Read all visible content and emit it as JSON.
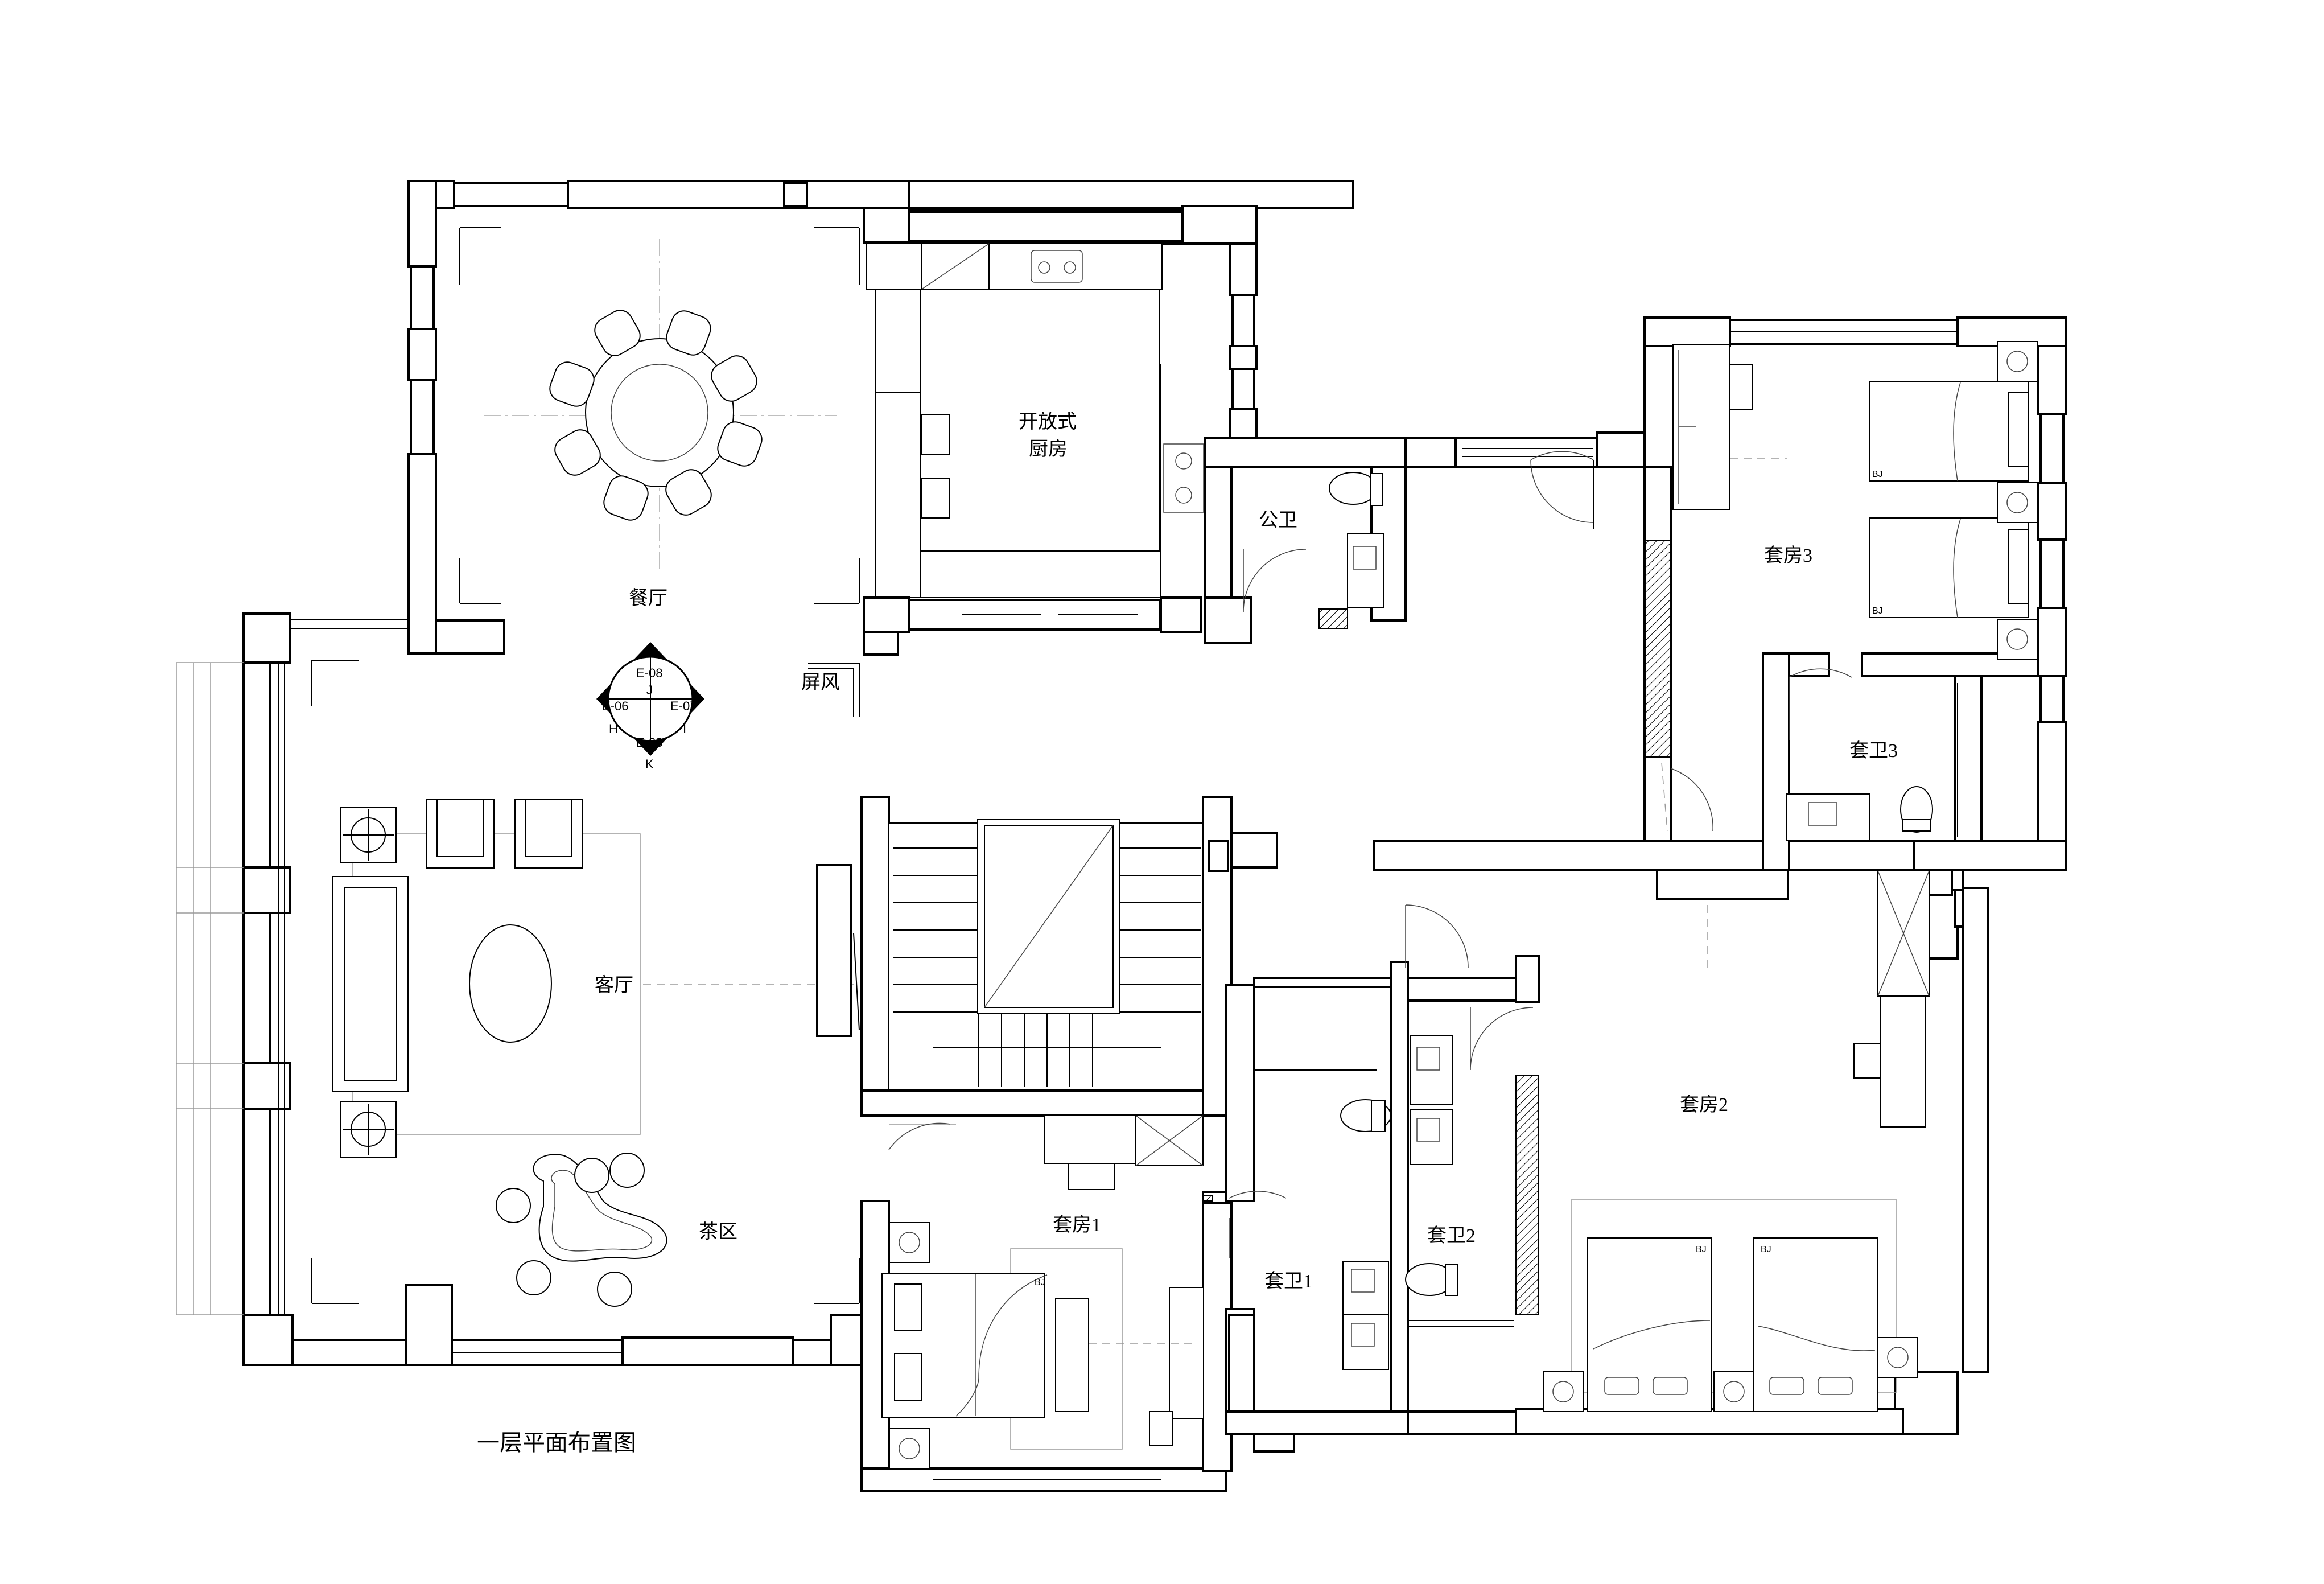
{
  "drawing": {
    "title": "一层平面布置图"
  },
  "rooms": {
    "dining": "餐厅",
    "kitchen_line1": "开放式",
    "kitchen_line2": "厨房",
    "public_wc": "公卫",
    "screen": "屏风",
    "living": "客厅",
    "tea_area": "茶区",
    "suite1": "套房1",
    "suite_bath1": "套卫1",
    "suite_bath2": "套卫2",
    "suite2": "套房2",
    "suite3": "套房3",
    "suite_bath3": "套卫3"
  },
  "elevation_index": {
    "top_code": "E-08",
    "top_letter": "J",
    "left_code": "E-06",
    "left_letter": "H",
    "right_code": "E-07",
    "right_letter": "I",
    "bottom_code": "E-08",
    "bottom_letter": "K"
  },
  "bed_marks": {
    "mark": "BJ"
  }
}
